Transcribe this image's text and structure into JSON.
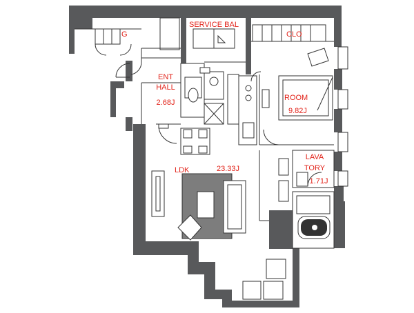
{
  "rooms": {
    "g": {
      "name": "G"
    },
    "service_balcony": {
      "name": "SERVICE BAL"
    },
    "closet": {
      "name": "CLO"
    },
    "entrance_hall": {
      "line1": "ENT",
      "line2": "HALL",
      "area": "2.68J"
    },
    "room": {
      "name": "ROOM",
      "area": "9.82J"
    },
    "ldk": {
      "name": "LDK",
      "area": "23.33J"
    },
    "lavatory": {
      "line1": "LAVA",
      "line2": "TORY",
      "area": "1.71J"
    }
  },
  "colors": {
    "wall": "#58595b",
    "label": "#e2231a",
    "rug": "#7d7d7d",
    "line": "#333333"
  }
}
